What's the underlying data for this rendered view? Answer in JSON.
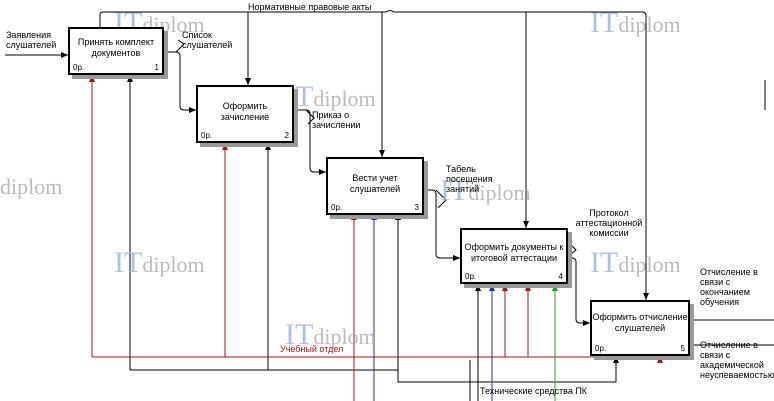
{
  "diagram": {
    "boxes": [
      {
        "title": "Принять комплект документов",
        "cost": "0р.",
        "num": "1"
      },
      {
        "title": "Оформить зачисление",
        "cost": "0р.",
        "num": "2"
      },
      {
        "title": "Вести учет слушателей",
        "cost": "0р.",
        "num": "3"
      },
      {
        "title": "Оформить документы к итоговой аттестации",
        "cost": "0р.",
        "num": "4"
      },
      {
        "title": "Оформить отчисление слушателей",
        "cost": "0р.",
        "num": "5"
      }
    ],
    "labels": {
      "input": "Заявления слушателей",
      "control": "Нормативные правовые акты",
      "list": "Список слушателей",
      "order": "Приказ о зачислении",
      "timesheet": "Табель посещения занятий",
      "protocol": "Протокол аттестационной комиссии",
      "out_grad": "Отчисление в связи с окончанием обучения",
      "out_fail": "Отчисление в связи с академической неуспеваемостью",
      "dept": "Учебный отдел",
      "tech": "Технические средства ПК"
    },
    "watermark": {
      "it": "IT",
      "rest": "diplom"
    }
  },
  "colors": {
    "dept": "#a01818",
    "blue": "#1f2fb0",
    "green": "#2a9a2a"
  }
}
